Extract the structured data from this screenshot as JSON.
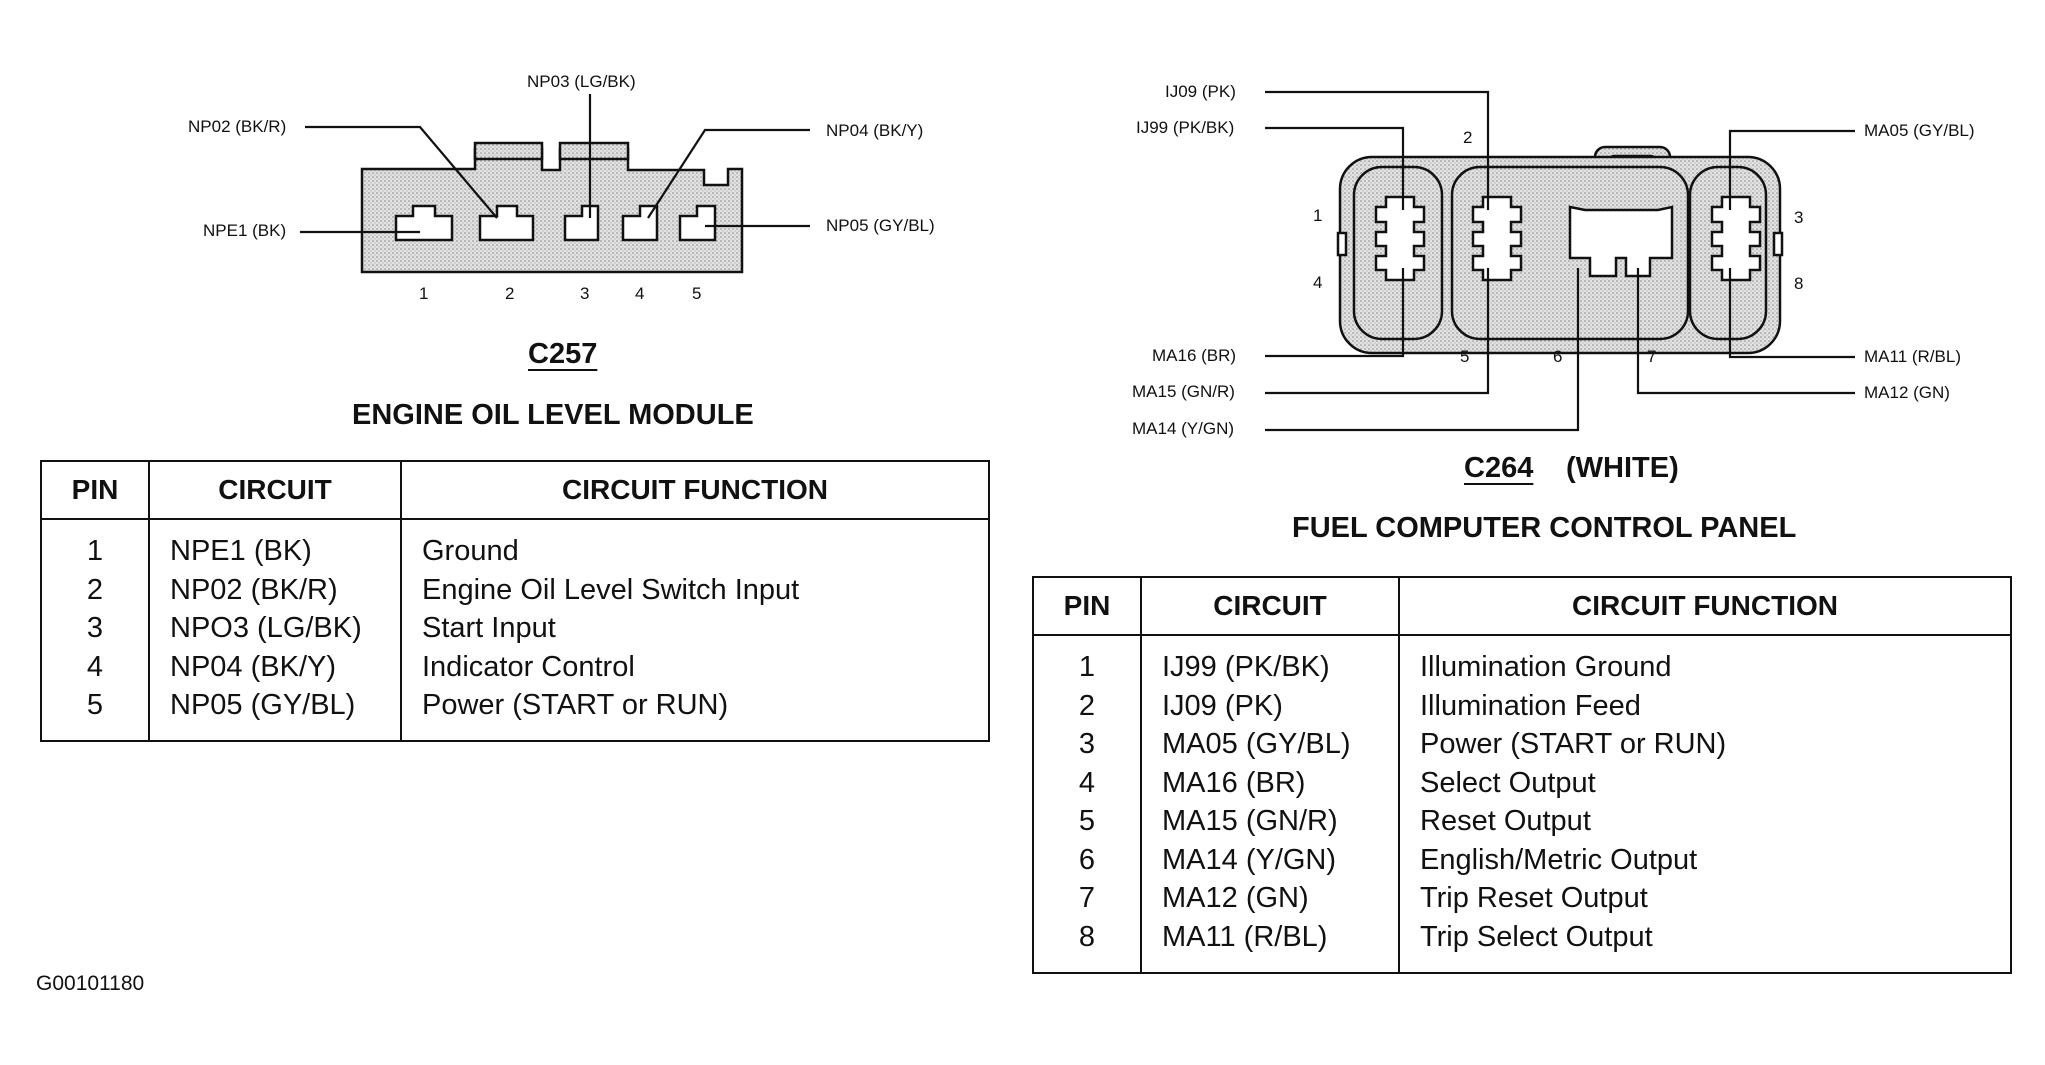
{
  "c257": {
    "connector_id": "C257",
    "title": "ENGINE OIL LEVEL MODULE",
    "wire_labels": {
      "np03": "NP03 (LG/BK)",
      "np02": "NP02 (BK/R)",
      "np04": "NP04 (BK/Y)",
      "npe1": "NPE1 (BK)",
      "np05": "NP05 (GY/BL)"
    },
    "pin_numbers": [
      "1",
      "2",
      "3",
      "4",
      "5"
    ],
    "table": {
      "headers": {
        "pin": "PIN",
        "circuit": "CIRCUIT",
        "function": "CIRCUIT FUNCTION"
      },
      "rows": [
        {
          "pin": "1",
          "circuit": "NPE1 (BK)",
          "function": "Ground"
        },
        {
          "pin": "2",
          "circuit": "NP02 (BK/R)",
          "function": "Engine Oil Level Switch Input"
        },
        {
          "pin": "3",
          "circuit": "NPO3 (LG/BK)",
          "function": "Start Input"
        },
        {
          "pin": "4",
          "circuit": "NP04 (BK/Y)",
          "function": "Indicator Control"
        },
        {
          "pin": "5",
          "circuit": "NP05 (GY/BL)",
          "function": "Power (START or RUN)"
        }
      ]
    }
  },
  "c264": {
    "connector_id": "C264",
    "color": "(WHITE)",
    "title": "FUEL COMPUTER CONTROL PANEL",
    "wire_labels": {
      "ij09": "IJ09 (PK)",
      "ij99": "IJ99 (PK/BK)",
      "ma05": "MA05 (GY/BL)",
      "ma16": "MA16 (BR)",
      "ma15": "MA15 (GN/R)",
      "ma14": "MA14 (Y/GN)",
      "ma11": "MA11 (R/BL)",
      "ma12": "MA12 (GN)"
    },
    "pin_numbers": {
      "p1": "1",
      "p2": "2",
      "p3": "3",
      "p4": "4",
      "p5": "5",
      "p6": "6",
      "p7": "7",
      "p8": "8"
    },
    "table": {
      "headers": {
        "pin": "PIN",
        "circuit": "CIRCUIT",
        "function": "CIRCUIT FUNCTION"
      },
      "rows": [
        {
          "pin": "1",
          "circuit": "IJ99 (PK/BK)",
          "function": "Illumination Ground"
        },
        {
          "pin": "2",
          "circuit": "IJ09 (PK)",
          "function": "Illumination Feed"
        },
        {
          "pin": "3",
          "circuit": "MA05 (GY/BL)",
          "function": "Power (START or RUN)"
        },
        {
          "pin": "4",
          "circuit": "MA16 (BR)",
          "function": "Select Output"
        },
        {
          "pin": "5",
          "circuit": "MA15 (GN/R)",
          "function": "Reset Output"
        },
        {
          "pin": "6",
          "circuit": "MA14 (Y/GN)",
          "function": "English/Metric Output"
        },
        {
          "pin": "7",
          "circuit": "MA12 (GN)",
          "function": "Trip Reset Output"
        },
        {
          "pin": "8",
          "circuit": "MA11 (R/BL)",
          "function": "Trip Select Output"
        }
      ]
    }
  },
  "figure_code": "G00101180"
}
